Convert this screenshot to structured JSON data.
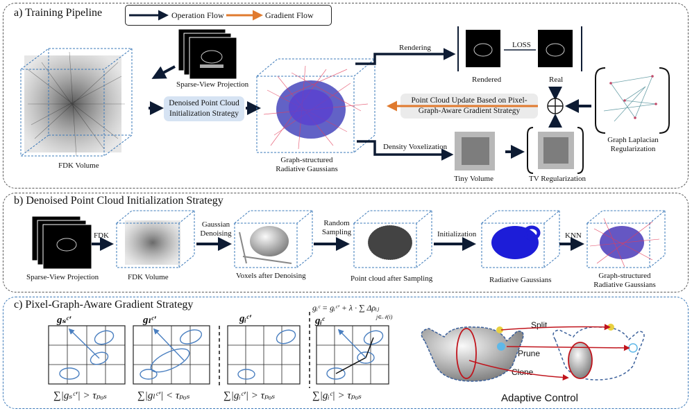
{
  "panel_a": {
    "title": "a) Training Pipeline",
    "legend": {
      "operation": "Operation Flow",
      "gradient": "Gradient Flow"
    },
    "sparse_view": "Sparse-View Projection",
    "fdk_volume": "FDK Volume",
    "init_box": "Denoised Point Cloud Initialization Strategy",
    "graph_gaussians": "Graph-structured Radiative Gaussians",
    "rendering": "Rendering",
    "loss": "LOSS",
    "rendered": "Rendered",
    "real": "Real",
    "update_box": "Point Cloud Update Based on Pixel-Graph-Aware Gradient Strategy",
    "density_vox": "Density Voxelization",
    "tiny_volume": "Tiny Volume",
    "tv_reg": "TV Regularization",
    "graph_lap": "Graph Laplacian Regularization"
  },
  "panel_b": {
    "title": "b) Denoised Point Cloud Initialization Strategy",
    "sparse_view": "Sparse-View Projection",
    "fdk": "FDK",
    "fdk_volume": "FDK Volume",
    "gaussian_denoising": "Gaussian Denoising",
    "voxels": "Voxels after Denoising",
    "random_sampling": "Random Sampling",
    "point_cloud": "Point cloud after Sampling",
    "initialization": "Initialization",
    "radiative": "Radiative Gaussians",
    "knn": "KNN",
    "graph_gaussians": "Graph-structured Radiative Gaussians"
  },
  "panel_c": {
    "title": "c) Pixel-Graph-Aware Gradient Strategy",
    "formula_top": "gᵢᶜ = gᵢᶜ′ + λ · ∑ Δρᵢⱼ",
    "sum_index": "j∈𝒩(i)",
    "grid_labels": [
      "gₛᶜ′",
      "gₗᶜ′",
      "gᵢᶜ′",
      "gᵢᶜ"
    ],
    "conditions": [
      "∑|gₛᶜ′| > τₚₒₛ",
      "∑|gₗᶜ′| < τₚₒₛ",
      "∑|gᵢᶜ′| > τₚₒₛ",
      "∑|gᵢᶜ| > τₚₒₛ"
    ],
    "split": "Split",
    "prune": "Prune",
    "clone": "Clone",
    "adaptive": "Adaptive Control"
  },
  "colors": {
    "operation": "#0d1b33",
    "gradient": "#e07a2e",
    "accent": "#3a78b8",
    "red": "#c0141c"
  }
}
